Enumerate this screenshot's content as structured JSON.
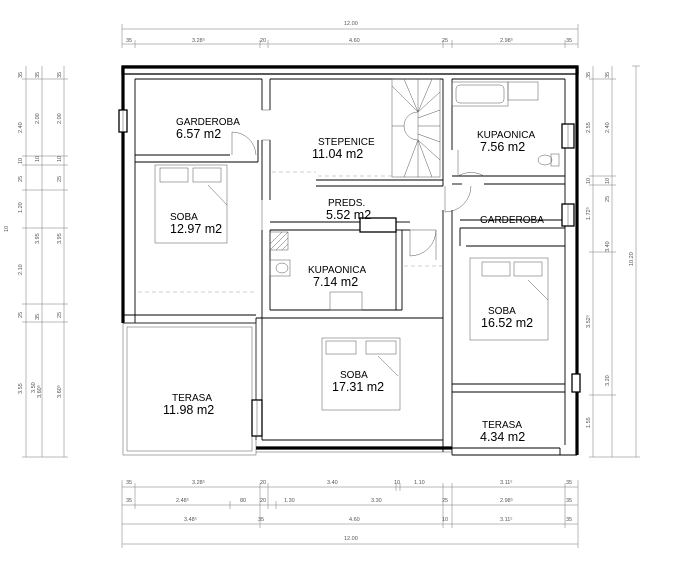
{
  "rooms": [
    {
      "id": "garderoba-left",
      "name": "GARDEROBA",
      "area": "6.57 m2"
    },
    {
      "id": "stepenice",
      "name": "STEPENICE",
      "area": "11.04 m2"
    },
    {
      "id": "kupaonica-top",
      "name": "KUPAONICA",
      "area": "7.56 m2"
    },
    {
      "id": "soba-left",
      "name": "SOBA",
      "area": "12.97 m2"
    },
    {
      "id": "preds",
      "name": "PREDS.",
      "area": "5.52 m2"
    },
    {
      "id": "garderoba-right",
      "name": "GARDEROBA",
      "area": ""
    },
    {
      "id": "kupaonica-mid",
      "name": "KUPAONICA",
      "area": "7.14 m2"
    },
    {
      "id": "soba-right",
      "name": "SOBA",
      "area": "16.52 m2"
    },
    {
      "id": "soba-mid",
      "name": "SOBA",
      "area": "17.31 m2"
    },
    {
      "id": "terasa-left",
      "name": "TERASA",
      "area": "11.98 m2"
    },
    {
      "id": "terasa-right",
      "name": "TERASA",
      "area": "4.34 m2"
    }
  ],
  "dimensions": {
    "top_total": "12.00",
    "top_row": [
      "35",
      "3.28⁵",
      "20",
      "4.60",
      "25",
      "2.98⁵",
      "35"
    ],
    "left_outer": [
      "35",
      "2.40",
      "10",
      "25",
      "1.20",
      "10",
      "2.10",
      "25",
      "3.55"
    ],
    "left_mid": [
      "35",
      "2.00",
      "10",
      "3.95",
      "35",
      "3.60⁵"
    ],
    "left_extra": [
      "3.50"
    ],
    "left_inner": [
      "35",
      "2.00",
      "10",
      "25",
      "3.95",
      "25",
      "3.60⁵"
    ],
    "right_inner": [
      "35",
      "2.55",
      "10",
      "1.72⁵",
      "3.52⁵",
      "1.55"
    ],
    "right_mid": [
      "35",
      "2.40",
      "10",
      "25",
      "3.40",
      "3.20"
    ],
    "right_total": "10.20",
    "bottom_row1": [
      "35",
      "3.28⁵",
      "20",
      "3.40",
      "10",
      "1.10",
      "3.11⁵",
      "35"
    ],
    "bottom_row2": [
      "35",
      "2.48⁵",
      "80",
      "20",
      "1.30",
      "3.30",
      "25",
      "2.98⁵",
      "35"
    ],
    "bottom_row3": [
      "3.48⁵",
      "35",
      "4.60",
      "10",
      "3.11⁵",
      "35"
    ],
    "bottom_total": "12.00"
  }
}
